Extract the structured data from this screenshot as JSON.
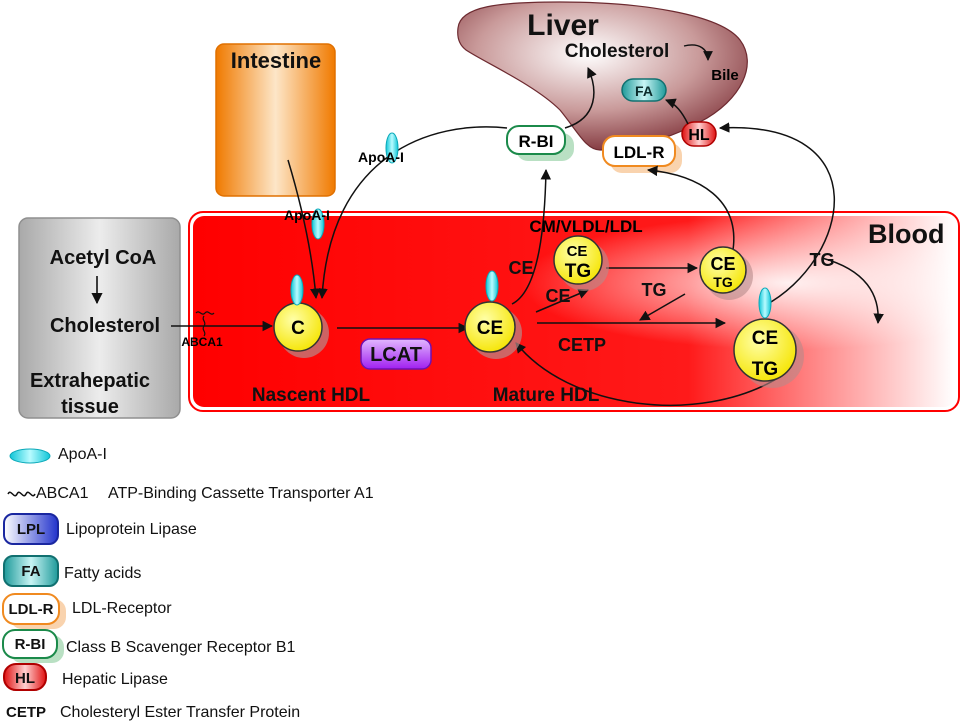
{
  "compartments": {
    "liver": "Liver",
    "intestine": "Intestine",
    "blood": "Blood",
    "tissue_lines": [
      "Acetyl CoA",
      "Cholesterol",
      "Extrahepatic",
      "tissue"
    ]
  },
  "liver_items": {
    "cholesterol": "Cholesterol",
    "bile": "Bile",
    "fa": "FA",
    "hl": "HL",
    "rbi": "R-BI",
    "ldlr": "LDL-R"
  },
  "particles": {
    "nascent_core": "C",
    "mature_core": "CE",
    "cm_top": "CE",
    "cm_bottom": "TG",
    "mid_top": "CE",
    "mid_bottom": "TG",
    "big_top": "CE",
    "big_bottom": "TG"
  },
  "labels": {
    "apoa1_upper": "ApoA-I",
    "apoa1_lower": "ApoA-I",
    "abca1": "ABCA1",
    "lcat": "LCAT",
    "cm_vldl_ldl": "CM/VLDL/LDL",
    "ce_left": "CE",
    "ce_mid": "CE",
    "tg_mid": "TG",
    "tg_right": "TG",
    "cetp": "CETP",
    "nascent_hdl": "Nascent HDL",
    "mature_hdl": "Mature HDL"
  },
  "legend": [
    {
      "key": "",
      "text": "ApoA-I",
      "icon": "apoa1-ellipse-icon"
    },
    {
      "key": "ABCA1",
      "text": "ATP-Binding Cassette Transporter A1",
      "icon": "abca1-wave-icon"
    },
    {
      "key": "LPL",
      "text": "Lipoprotein Lipase",
      "icon": "lpl-badge"
    },
    {
      "key": "FA",
      "text": "Fatty acids",
      "icon": "fa-badge"
    },
    {
      "key": "LDL-R",
      "text": "LDL-Receptor",
      "icon": "ldlr-badge"
    },
    {
      "key": "R-BI",
      "text": "Class B Scavenger Receptor B1",
      "icon": "rbi-badge"
    },
    {
      "key": "HL",
      "text": "Hepatic Lipase",
      "icon": "hl-badge"
    },
    {
      "key": "CETP",
      "text": "Cholesteryl Ester Transfer Protein",
      "icon": ""
    }
  ],
  "colors": {
    "blood": "#ff0d0d",
    "liver": "#9a4a4e",
    "intestine": "#f28a10",
    "tissue": "#bdbdbd",
    "particle": "#ffff22",
    "apoa1": "#2ee6f2",
    "lcat": "#a020f0",
    "lpl": "#2233cc",
    "fa": "#1e9a9a",
    "ldlr": "#f08a20",
    "rbi": "#1b8a4a",
    "hl": "#e01010"
  }
}
